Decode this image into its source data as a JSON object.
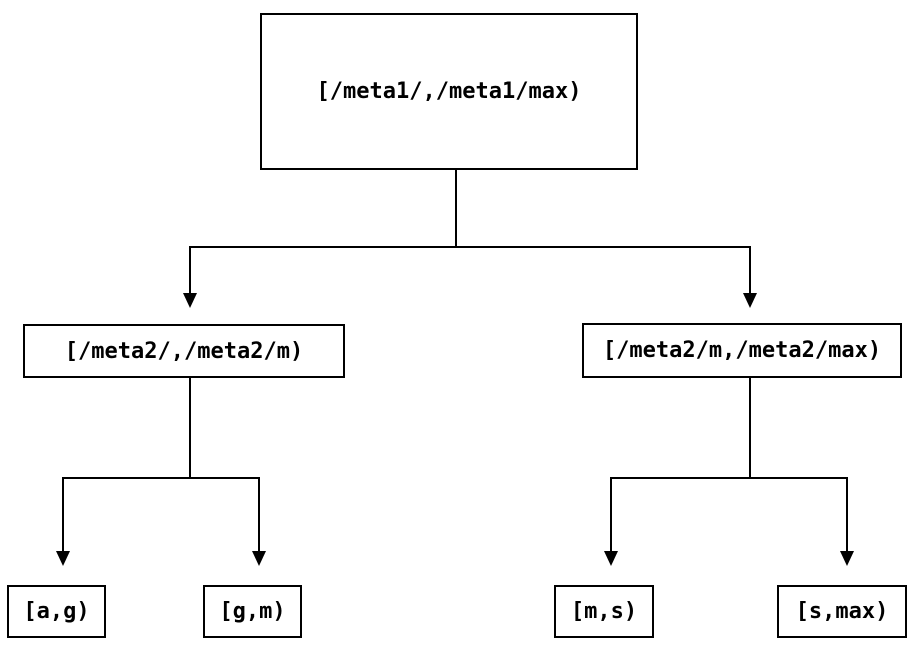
{
  "diagram": {
    "type": "tree",
    "colors": {
      "background": "#ffffff",
      "line": "#000000",
      "text": "#000000"
    },
    "tree": {
      "root": {
        "label": "[/meta1/,/meta1/max)",
        "children": [
          {
            "label": "[/meta2/,/meta2/m)",
            "children": [
              {
                "label": "[a,g)"
              },
              {
                "label": "[g,m)"
              }
            ]
          },
          {
            "label": "[/meta2/m,/meta2/max)",
            "children": [
              {
                "label": "[m,s)"
              },
              {
                "label": "[s,max)"
              }
            ]
          }
        ]
      }
    }
  }
}
